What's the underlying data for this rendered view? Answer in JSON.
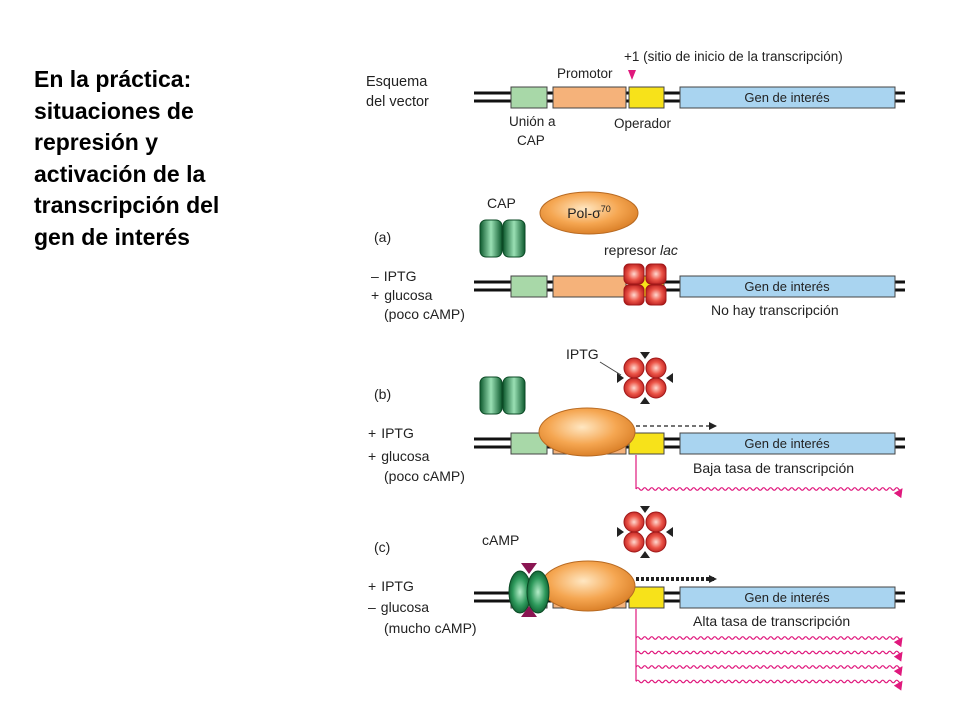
{
  "slide": {
    "title_lines": [
      "En la práctica:",
      "situaciones de",
      "represión y",
      "activación de la",
      "transcripción del",
      "gen de interés"
    ]
  },
  "colors": {
    "dna": "#111111",
    "cap_site": "#a8d8a8",
    "promoter": "#f5b27a",
    "operator": "#f7e21a",
    "gene": "#a9d4f0",
    "cap_protein": "#1e8a4a",
    "repressor": "#e23b3b",
    "polymerase": "#f0a04a",
    "camp": "#8a1552",
    "mrna": "#e0197d"
  },
  "schema": {
    "title_line1": "Esquema",
    "title_line2": "del vector",
    "promotor": "Promotor",
    "start_site": "+1 (sitio de inicio de la transcripción)",
    "cap_label_line1": "Unión a",
    "cap_label_line2": "CAP",
    "operador": "Operador",
    "gene": "Gen de interés"
  },
  "panel_a": {
    "label": "(a)",
    "cond1_sign": "–",
    "cond1": "IPTG",
    "cond2_sign": "+",
    "cond2": "glucosa",
    "cond3": "(poco cAMP)",
    "cap": "CAP",
    "pol": "Pol-σ",
    "pol_sup": "70",
    "repressor_prefix": "represor ",
    "repressor_italic": "lac",
    "gene": "Gen de interés",
    "status": "No hay transcripción"
  },
  "panel_b": {
    "label": "(b)",
    "cond1_sign": "+",
    "cond1": "IPTG",
    "cond2_sign": "+",
    "cond2": "glucosa",
    "cond3": "(poco cAMP)",
    "iptg": "IPTG",
    "gene": "Gen de interés",
    "status": "Baja tasa de transcripción",
    "mrna_count": 1
  },
  "panel_c": {
    "label": "(c)",
    "cond1_sign": "+",
    "cond1": "IPTG",
    "cond2_sign": "–",
    "cond2": "glucosa",
    "cond3": "(mucho cAMP)",
    "camp": "cAMP",
    "gene": "Gen de interés",
    "status": "Alta tasa de transcripción",
    "mrna_count": 4
  }
}
